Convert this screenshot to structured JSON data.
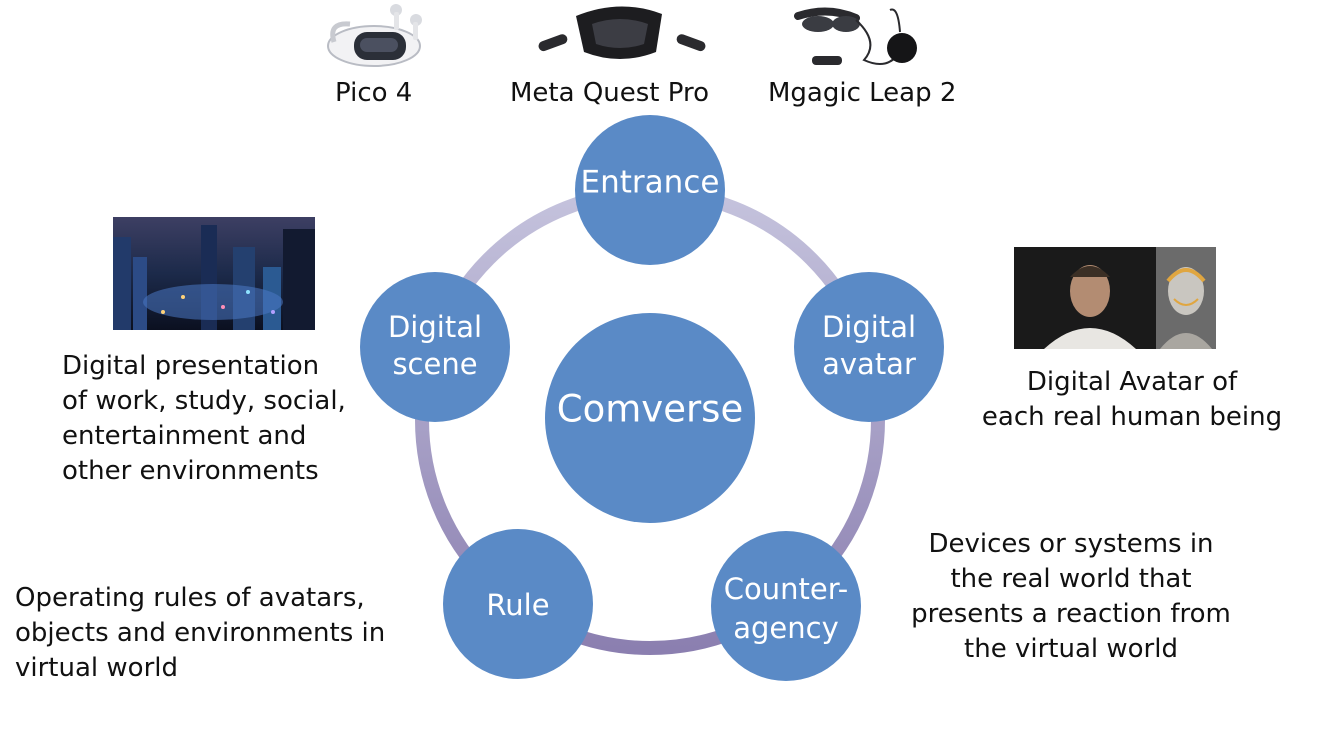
{
  "devices": [
    {
      "label": "Pico 4",
      "icon": "vr-headset-icon"
    },
    {
      "label": "Meta Quest Pro",
      "icon": "vr-headset-controllers-icon"
    },
    {
      "label": "Mgagic Leap 2",
      "icon": "ar-glasses-icon"
    }
  ],
  "center": {
    "label": "Comverse"
  },
  "nodes": {
    "entrance": "Entrance",
    "digital_avatar": [
      "Digital",
      "avatar"
    ],
    "counter_agency": [
      "Counter-",
      "agency"
    ],
    "rule": "Rule",
    "digital_scene": [
      "Digital",
      "scene"
    ]
  },
  "captions": {
    "scene": "Digital presentation\nof work, study, social,\nentertainment and\nother environments",
    "avatar": "Digital Avatar of\neach real human being",
    "counter": "Devices or systems in\nthe real world that\npresents a reaction from\nthe virtual world",
    "rule": "Operating rules of avatars,\nobjects and environments in\nvirtual world"
  },
  "images": {
    "scene": "cyberpunk-city-image",
    "avatar": "human-and-3d-avatar-photo"
  },
  "colors": {
    "node": "#5a8ac6",
    "ring_light": "#c5c3dd",
    "ring_dark": "#8b7fb0",
    "text": "#111111"
  }
}
